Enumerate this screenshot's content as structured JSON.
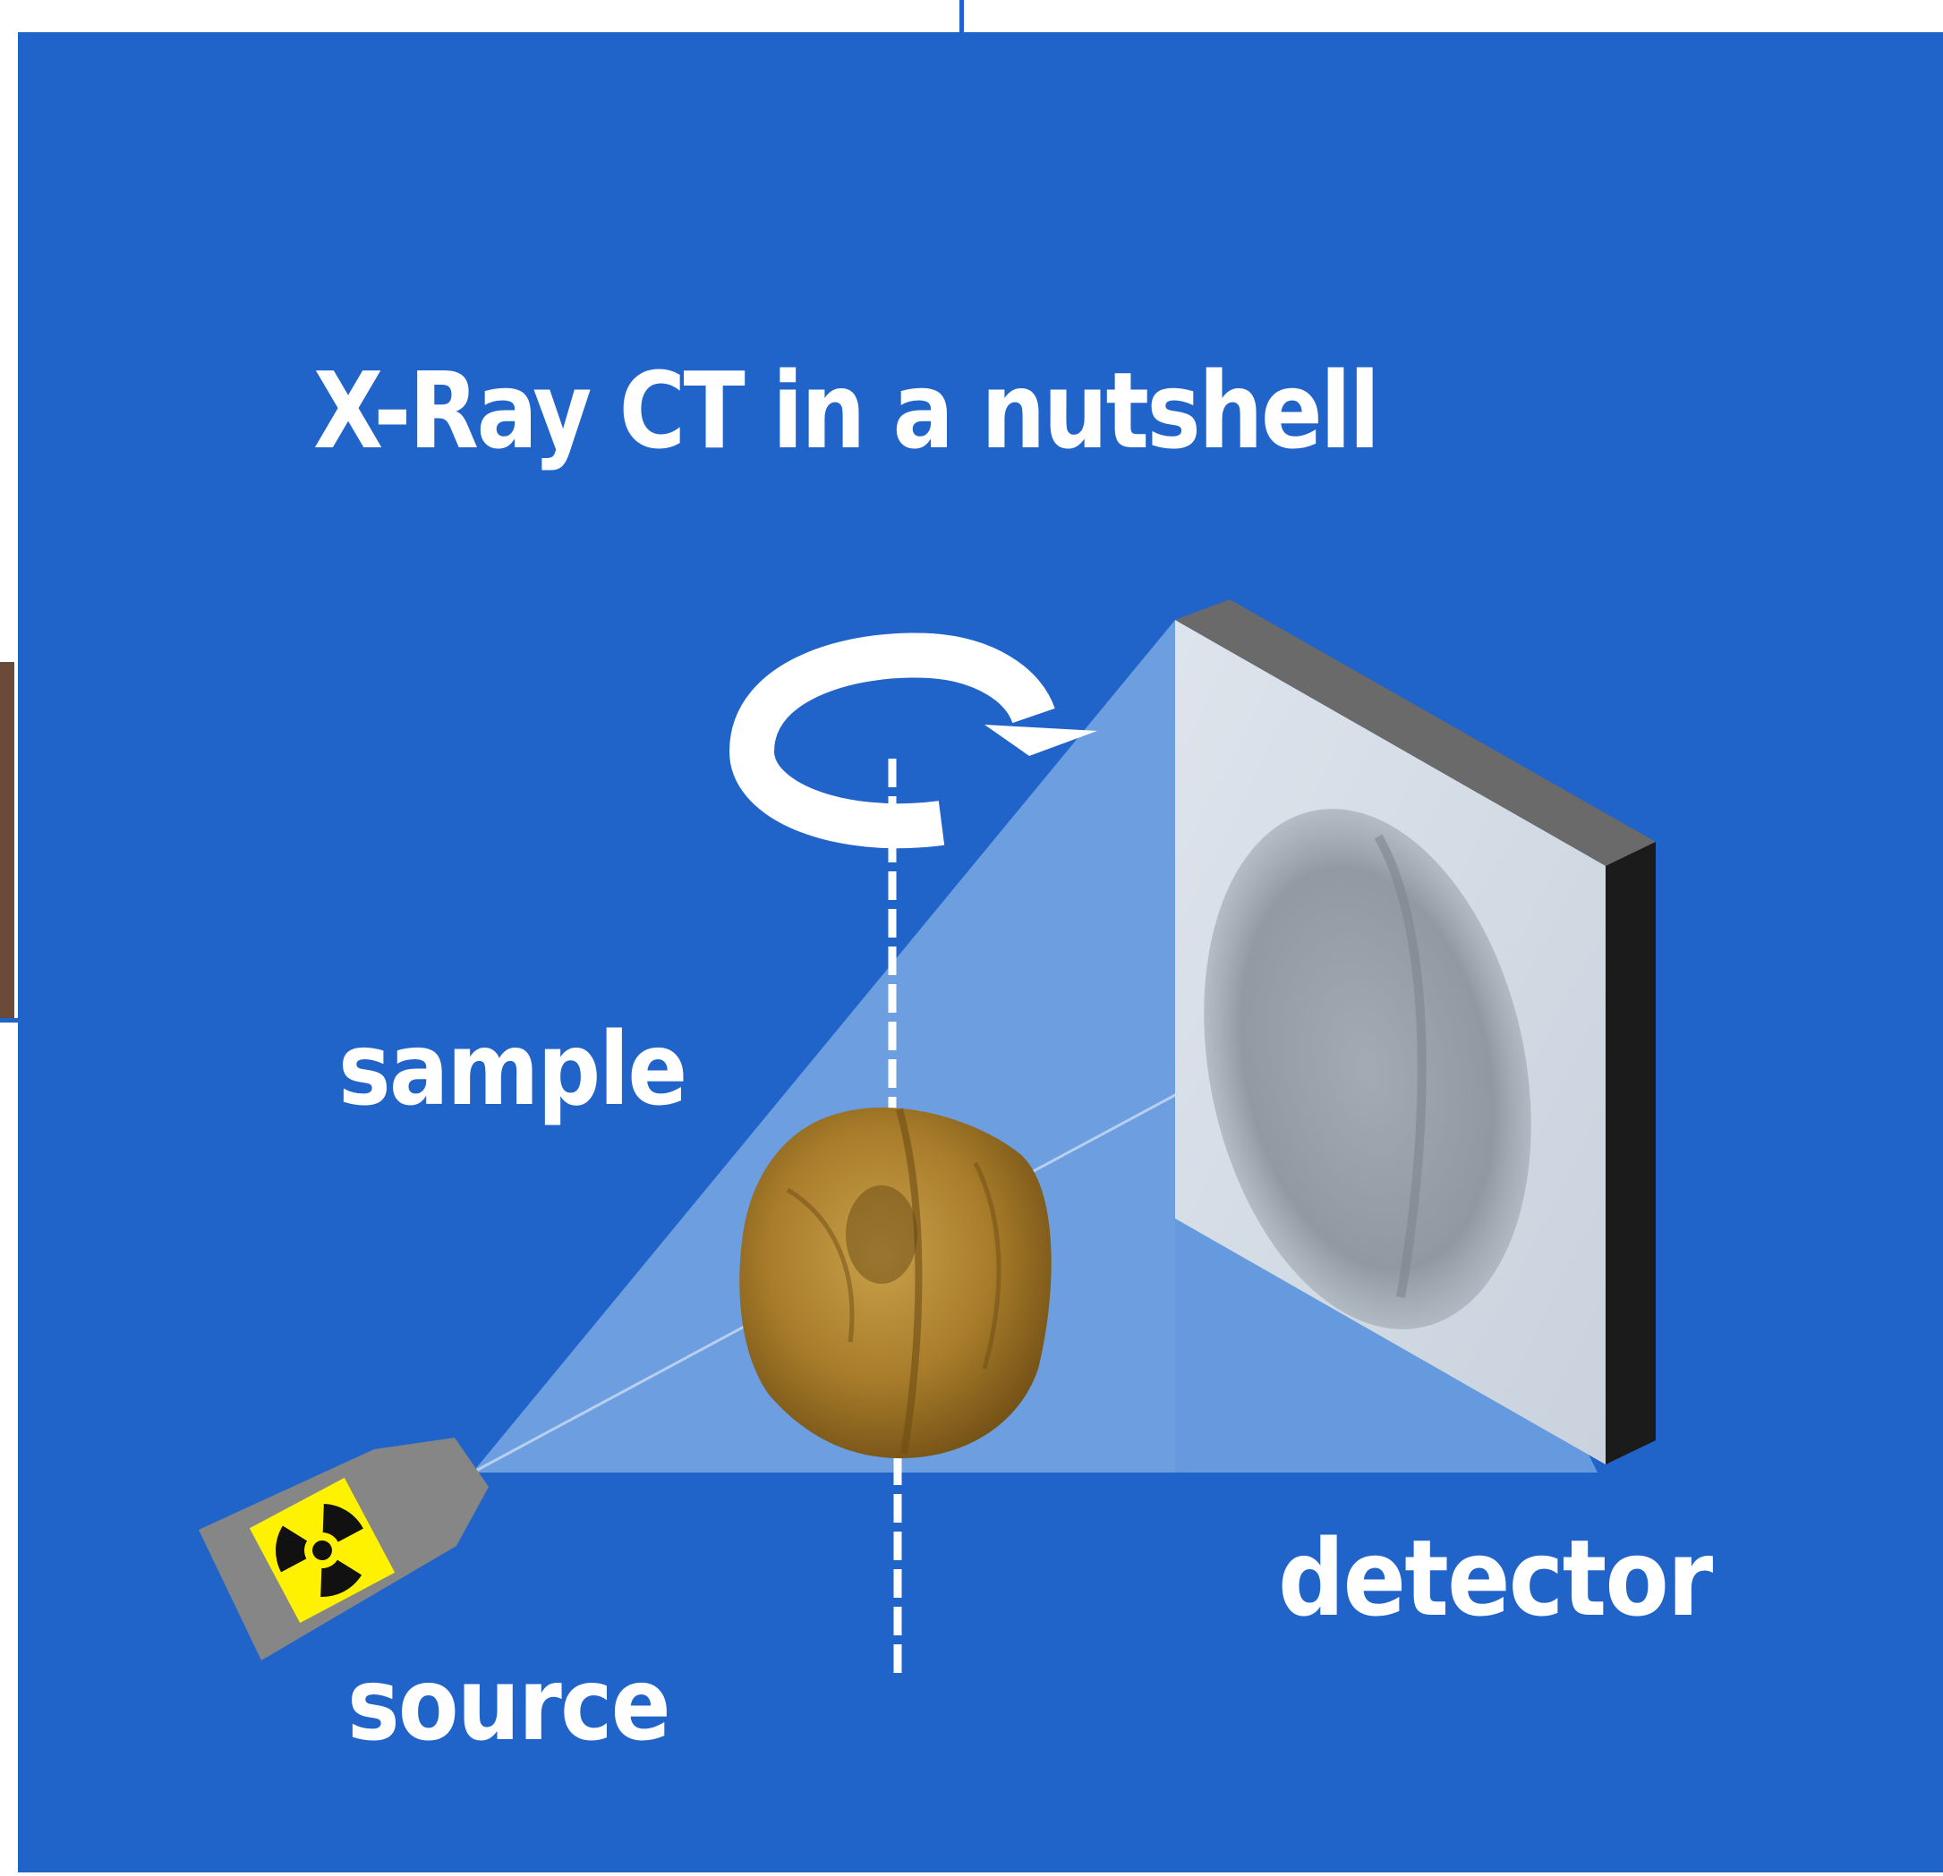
{
  "diagram": {
    "title": "X-Ray CT in a nutshell",
    "labels": {
      "sample": "sample",
      "source": "source",
      "detector": "detector"
    },
    "icons": {
      "rotation": "rotation-arrow-icon",
      "radiation": "radiation-trefoil-icon"
    },
    "colors": {
      "background": "#2064c9",
      "beam": "#6d9ee0",
      "detector_face": "#d5dde7",
      "detector_frame": "#6a6a6a",
      "detector_side": "#1b1b1b",
      "source_body": "#868686",
      "radiation_sign": "#fff200",
      "sample": "#a87c2a"
    }
  }
}
